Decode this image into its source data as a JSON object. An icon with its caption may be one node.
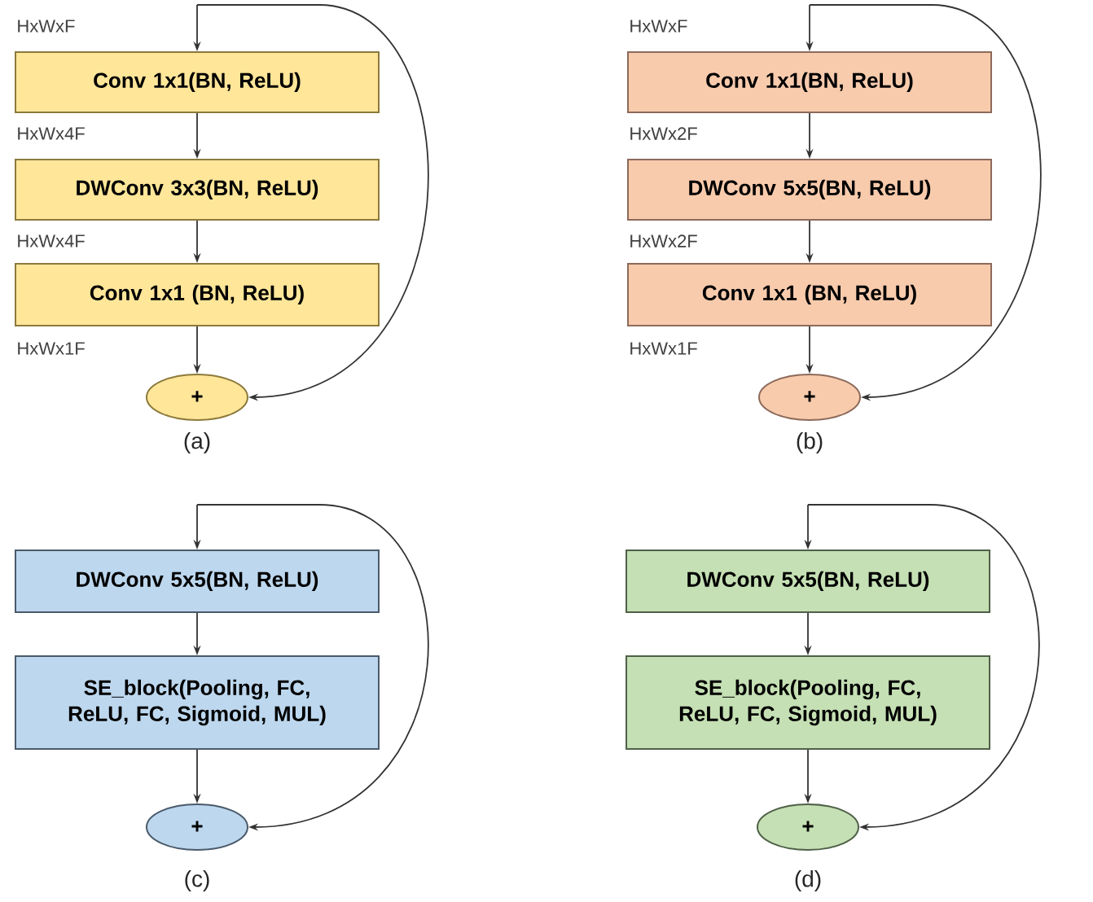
{
  "diagram": {
    "nodes": [
      {
        "text": [
          "Conv 1x1(BN, ReLU)"
        ]
      },
      {
        "text": [
          "DWConv 3x3(BN, ReLU)"
        ]
      },
      {
        "text": [
          "Conv 1x1 (BN, ReLU)"
        ]
      },
      {
        "text": [
          "+"
        ]
      },
      {
        "text": [
          "Conv 1x1(BN, ReLU)"
        ]
      },
      {
        "text": [
          "DWConv 5x5(BN, ReLU)"
        ]
      },
      {
        "text": [
          "Conv 1x1 (BN, ReLU)"
        ]
      },
      {
        "text": [
          "+"
        ]
      },
      {
        "text": [
          "DWConv 5x5(BN, ReLU)"
        ]
      },
      {
        "text": [
          "SE_block(Pooling, FC, ReLU, FC, Sigmoid, MUL)"
        ]
      },
      {
        "text": [
          "+"
        ]
      },
      {
        "text": [
          "DWConv 5x5(BN, ReLU)"
        ]
      },
      {
        "text": [
          "SE_block(Pooling, FC, ReLU, FC, Sigmoid, MUL)"
        ]
      },
      {
        "text": [
          "+"
        ]
      }
    ],
    "edges": [
      {
        "from": null,
        "to": 0,
        "arrow": "to"
      },
      {
        "from": 0,
        "to": 1,
        "arrow": "to"
      },
      {
        "from": 1,
        "to": 2,
        "arrow": "to"
      },
      {
        "from": 2,
        "to": 3,
        "arrow": "to"
      },
      {
        "from": null,
        "to": 3,
        "arrow": "to"
      },
      {
        "from": null,
        "to": 4,
        "arrow": "to"
      },
      {
        "from": 4,
        "to": 5,
        "arrow": "to"
      },
      {
        "from": 5,
        "to": 6,
        "arrow": "to"
      },
      {
        "from": 6,
        "to": 7,
        "arrow": "to"
      },
      {
        "from": null,
        "to": 7,
        "arrow": "to"
      },
      {
        "from": null,
        "to": 8,
        "arrow": "to"
      },
      {
        "from": 8,
        "to": 9,
        "arrow": "to"
      },
      {
        "from": 9,
        "to": 10,
        "arrow": "to"
      },
      {
        "from": null,
        "to": 10,
        "arrow": "to"
      },
      {
        "from": null,
        "to": 11,
        "arrow": "to"
      },
      {
        "from": 11,
        "to": 12,
        "arrow": "to"
      },
      {
        "from": 12,
        "to": 13,
        "arrow": "to"
      },
      {
        "from": null,
        "to": 13,
        "arrow": "to"
      }
    ],
    "labels": [
      "HxWxF",
      "HxWx4F",
      "HxWx4F",
      "HxWx1F",
      "(a)",
      "HxWxF",
      "HxWx2F",
      "HxWx2F",
      "HxWx1F",
      "(b)",
      "(c)",
      "(d)"
    ]
  }
}
